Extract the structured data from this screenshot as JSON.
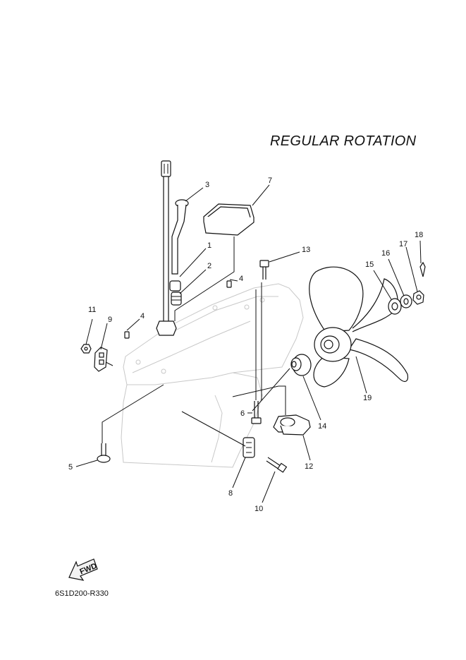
{
  "header": {
    "title": "REGULAR ROTATION"
  },
  "footer": {
    "code": "6S1D200-R330",
    "fwd_label": "FWD"
  },
  "callouts": [
    {
      "n": "1"
    },
    {
      "n": "2"
    },
    {
      "n": "3"
    },
    {
      "n": "4"
    },
    {
      "n": "4"
    },
    {
      "n": "5"
    },
    {
      "n": "6"
    },
    {
      "n": "7"
    },
    {
      "n": "8"
    },
    {
      "n": "9"
    },
    {
      "n": "10"
    },
    {
      "n": "11"
    },
    {
      "n": "12"
    },
    {
      "n": "13"
    },
    {
      "n": "14"
    },
    {
      "n": "15"
    },
    {
      "n": "16"
    },
    {
      "n": "17"
    },
    {
      "n": "18"
    },
    {
      "n": "19"
    }
  ]
}
